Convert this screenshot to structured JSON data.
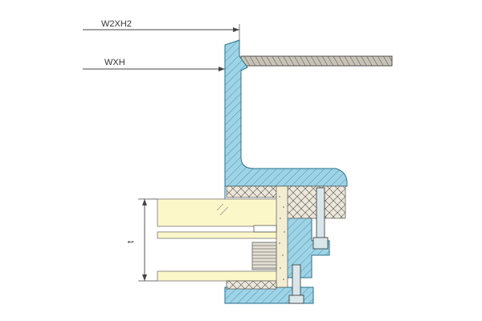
{
  "labels": {
    "outer_dimension": "W2XH2",
    "inner_dimension": "WXH",
    "thickness": "t"
  },
  "colors": {
    "profile_fill": "#9ed4e6",
    "profile_stroke": "#2a6f88",
    "glass_fill": "#fcf7c9",
    "gasket_fill": "#ece7d9",
    "rod_fill": "#c8c3b6",
    "dim_line": "#444444"
  }
}
